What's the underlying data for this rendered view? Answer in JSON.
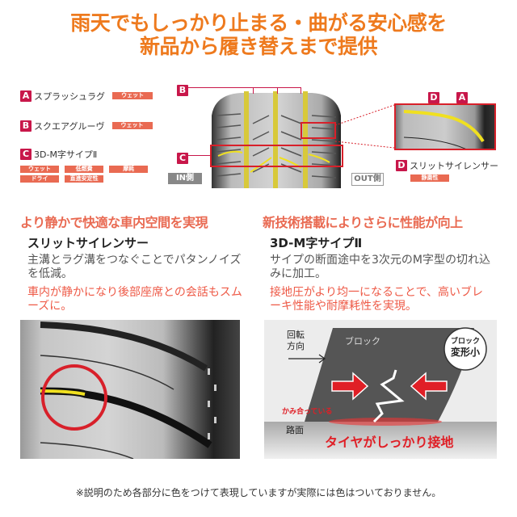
{
  "headline": {
    "line1": "雨天でもしっかり止まる・曲がる安心感を",
    "line2": "新品から履き替えまで提供"
  },
  "features": [
    {
      "badge": "A",
      "label": "スプラッシュラグ",
      "tags": [
        "ウェット"
      ]
    },
    {
      "badge": "B",
      "label": "スクエアグルーヴ",
      "tags": [
        "ウェット"
      ]
    },
    {
      "badge": "C",
      "label": "3D-M字サイプⅡ",
      "tags": [
        "ウェット",
        "低燃費",
        "摩耗",
        "ドライ",
        "直進安定性"
      ]
    },
    {
      "badge": "D",
      "label": "スリットサイレンサー",
      "tags": [
        "静粛性"
      ]
    }
  ],
  "tire_diagram": {
    "in_label": "IN側",
    "out_label": "OUT側",
    "callout_b": "B",
    "callout_c": "C",
    "callout_d": "D",
    "callout_a": "A"
  },
  "left_section": {
    "title": "より静かで快適な車内空間を実現",
    "subtitle": "スリットサイレンサー",
    "body": "主溝とラグ溝をつなぐことでパタンノイズを低減。",
    "highlight": "車内が静かになり後部座席との会話もスムーズに。"
  },
  "right_section": {
    "title": "新技術搭載によりさらに性能が向上",
    "subtitle": "3D-M字サイプⅡ",
    "body": "サイプの断面途中を3次元のM字型の切れ込みに加工。",
    "highlight": "接地圧がより均一になることで、高いブレーキ性能や耐摩耗性を実現。"
  },
  "block_diagram": {
    "rotation_label_1": "回転",
    "rotation_label_2": "方向",
    "block_label": "ブロック",
    "bubble_line1": "ブロック",
    "bubble_line2": "変形小",
    "interlock_label": "かみ合っている",
    "road_label": "路面",
    "grip_label": "タイヤがしっかり接地"
  },
  "footnote": "※説明のため各部分に色をつけて表現していますが実際には色はついておりません。",
  "colors": {
    "headline_orange": "#ee7a1e",
    "badge_crimson": "#c8174a",
    "tag_salmon": "#e96a52",
    "highlight_red": "#ee5a47",
    "callout_red": "#d8202a",
    "groove_yellow": "#f0e020"
  }
}
